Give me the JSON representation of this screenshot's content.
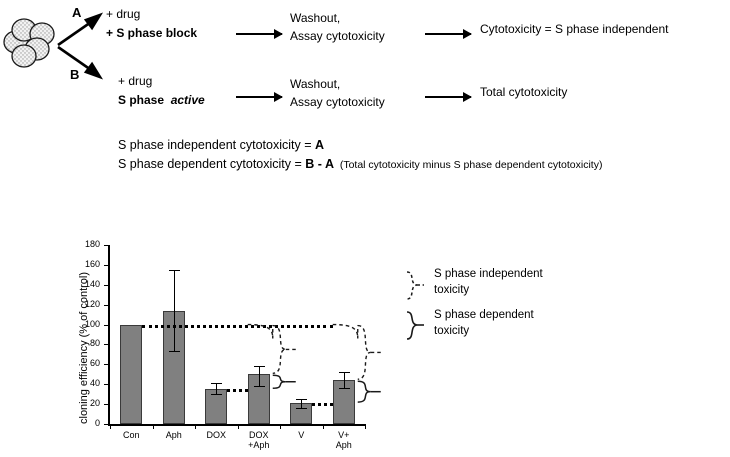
{
  "schematic": {
    "cell_cluster_icon": "cell-cluster-icon",
    "branch_a_label": "A",
    "branch_b_label": "B",
    "branch_a": {
      "line1": "+ drug",
      "line2": "+ S phase block",
      "step2_line1": "Washout,",
      "step2_line2": "Assay cytotoxicity",
      "result": "Cytotoxicity = S phase independent"
    },
    "branch_b": {
      "line1": "+ drug",
      "line2_plain": "S phase",
      "line2_emph": "active",
      "step2_line1": "Washout,",
      "step2_line2": "Assay cytotoxicity",
      "result": "Total cytotoxicity"
    }
  },
  "equations": {
    "line1_text": "S phase independent cytotoxicity = ",
    "line1_bold": "A",
    "line2_text": "S phase dependent cytotoxicity = ",
    "line2_bold": "B - A",
    "line2_note": "(Total cytotoxicity minus S phase dependent cytotoxicity)"
  },
  "legend": {
    "items": [
      {
        "symbol": "dashed-brace-icon",
        "line1": "S phase independent",
        "line2": "toxicity"
      },
      {
        "symbol": "solid-brace-icon",
        "line1": "S phase dependent",
        "line2": "toxicity"
      }
    ]
  },
  "chart_data": {
    "type": "bar",
    "title": "",
    "xlabel": "",
    "ylabel": "cloning efficiency (% of control)",
    "ylim": [
      0,
      180
    ],
    "ytick_step": 20,
    "yticks": [
      0,
      20,
      40,
      60,
      80,
      100,
      120,
      140,
      160,
      180
    ],
    "grid": false,
    "legend_position": "right",
    "categories": [
      "Con",
      "Aph",
      "DOX",
      "DOX\n+Aph",
      "V",
      "V+\nAph"
    ],
    "category_labels": [
      {
        "line1": "Con",
        "line2": ""
      },
      {
        "line1": "Aph",
        "line2": ""
      },
      {
        "line1": "DOX",
        "line2": ""
      },
      {
        "line1": "DOX",
        "line2": "+Aph"
      },
      {
        "line1": "V",
        "line2": ""
      },
      {
        "line1": "V+",
        "line2": "Aph"
      }
    ],
    "values": [
      100,
      114,
      35,
      50,
      21,
      44
    ],
    "errors_low": [
      100,
      73,
      30,
      38,
      16,
      36
    ],
    "errors_high": [
      100,
      155,
      41,
      58,
      25,
      52
    ],
    "bar_color": "#808080",
    "reference_lines": [
      {
        "name": "control-reference-line",
        "value": 100,
        "from_category": "Con",
        "to_category": "V+\nAph"
      },
      {
        "name": "dox-reference-line",
        "value": 35,
        "from_category": "DOX",
        "to_category": "DOX\n+Aph"
      },
      {
        "name": "v-reference-line",
        "value": 21,
        "from_category": "V",
        "to_category": "V+\nAph"
      }
    ],
    "annotations": [
      {
        "name": "dox-aph-independent-brace",
        "style": "dashed",
        "category": "DOX\n+Aph",
        "from": 100,
        "to": 50
      },
      {
        "name": "dox-aph-dependent-brace",
        "style": "solid",
        "category": "DOX\n+Aph",
        "from": 50,
        "to": 35
      },
      {
        "name": "v-aph-independent-brace",
        "style": "dashed",
        "category": "V+\nAph",
        "from": 100,
        "to": 44
      },
      {
        "name": "v-aph-dependent-brace",
        "style": "solid",
        "category": "V+\nAph",
        "from": 44,
        "to": 21
      }
    ]
  }
}
